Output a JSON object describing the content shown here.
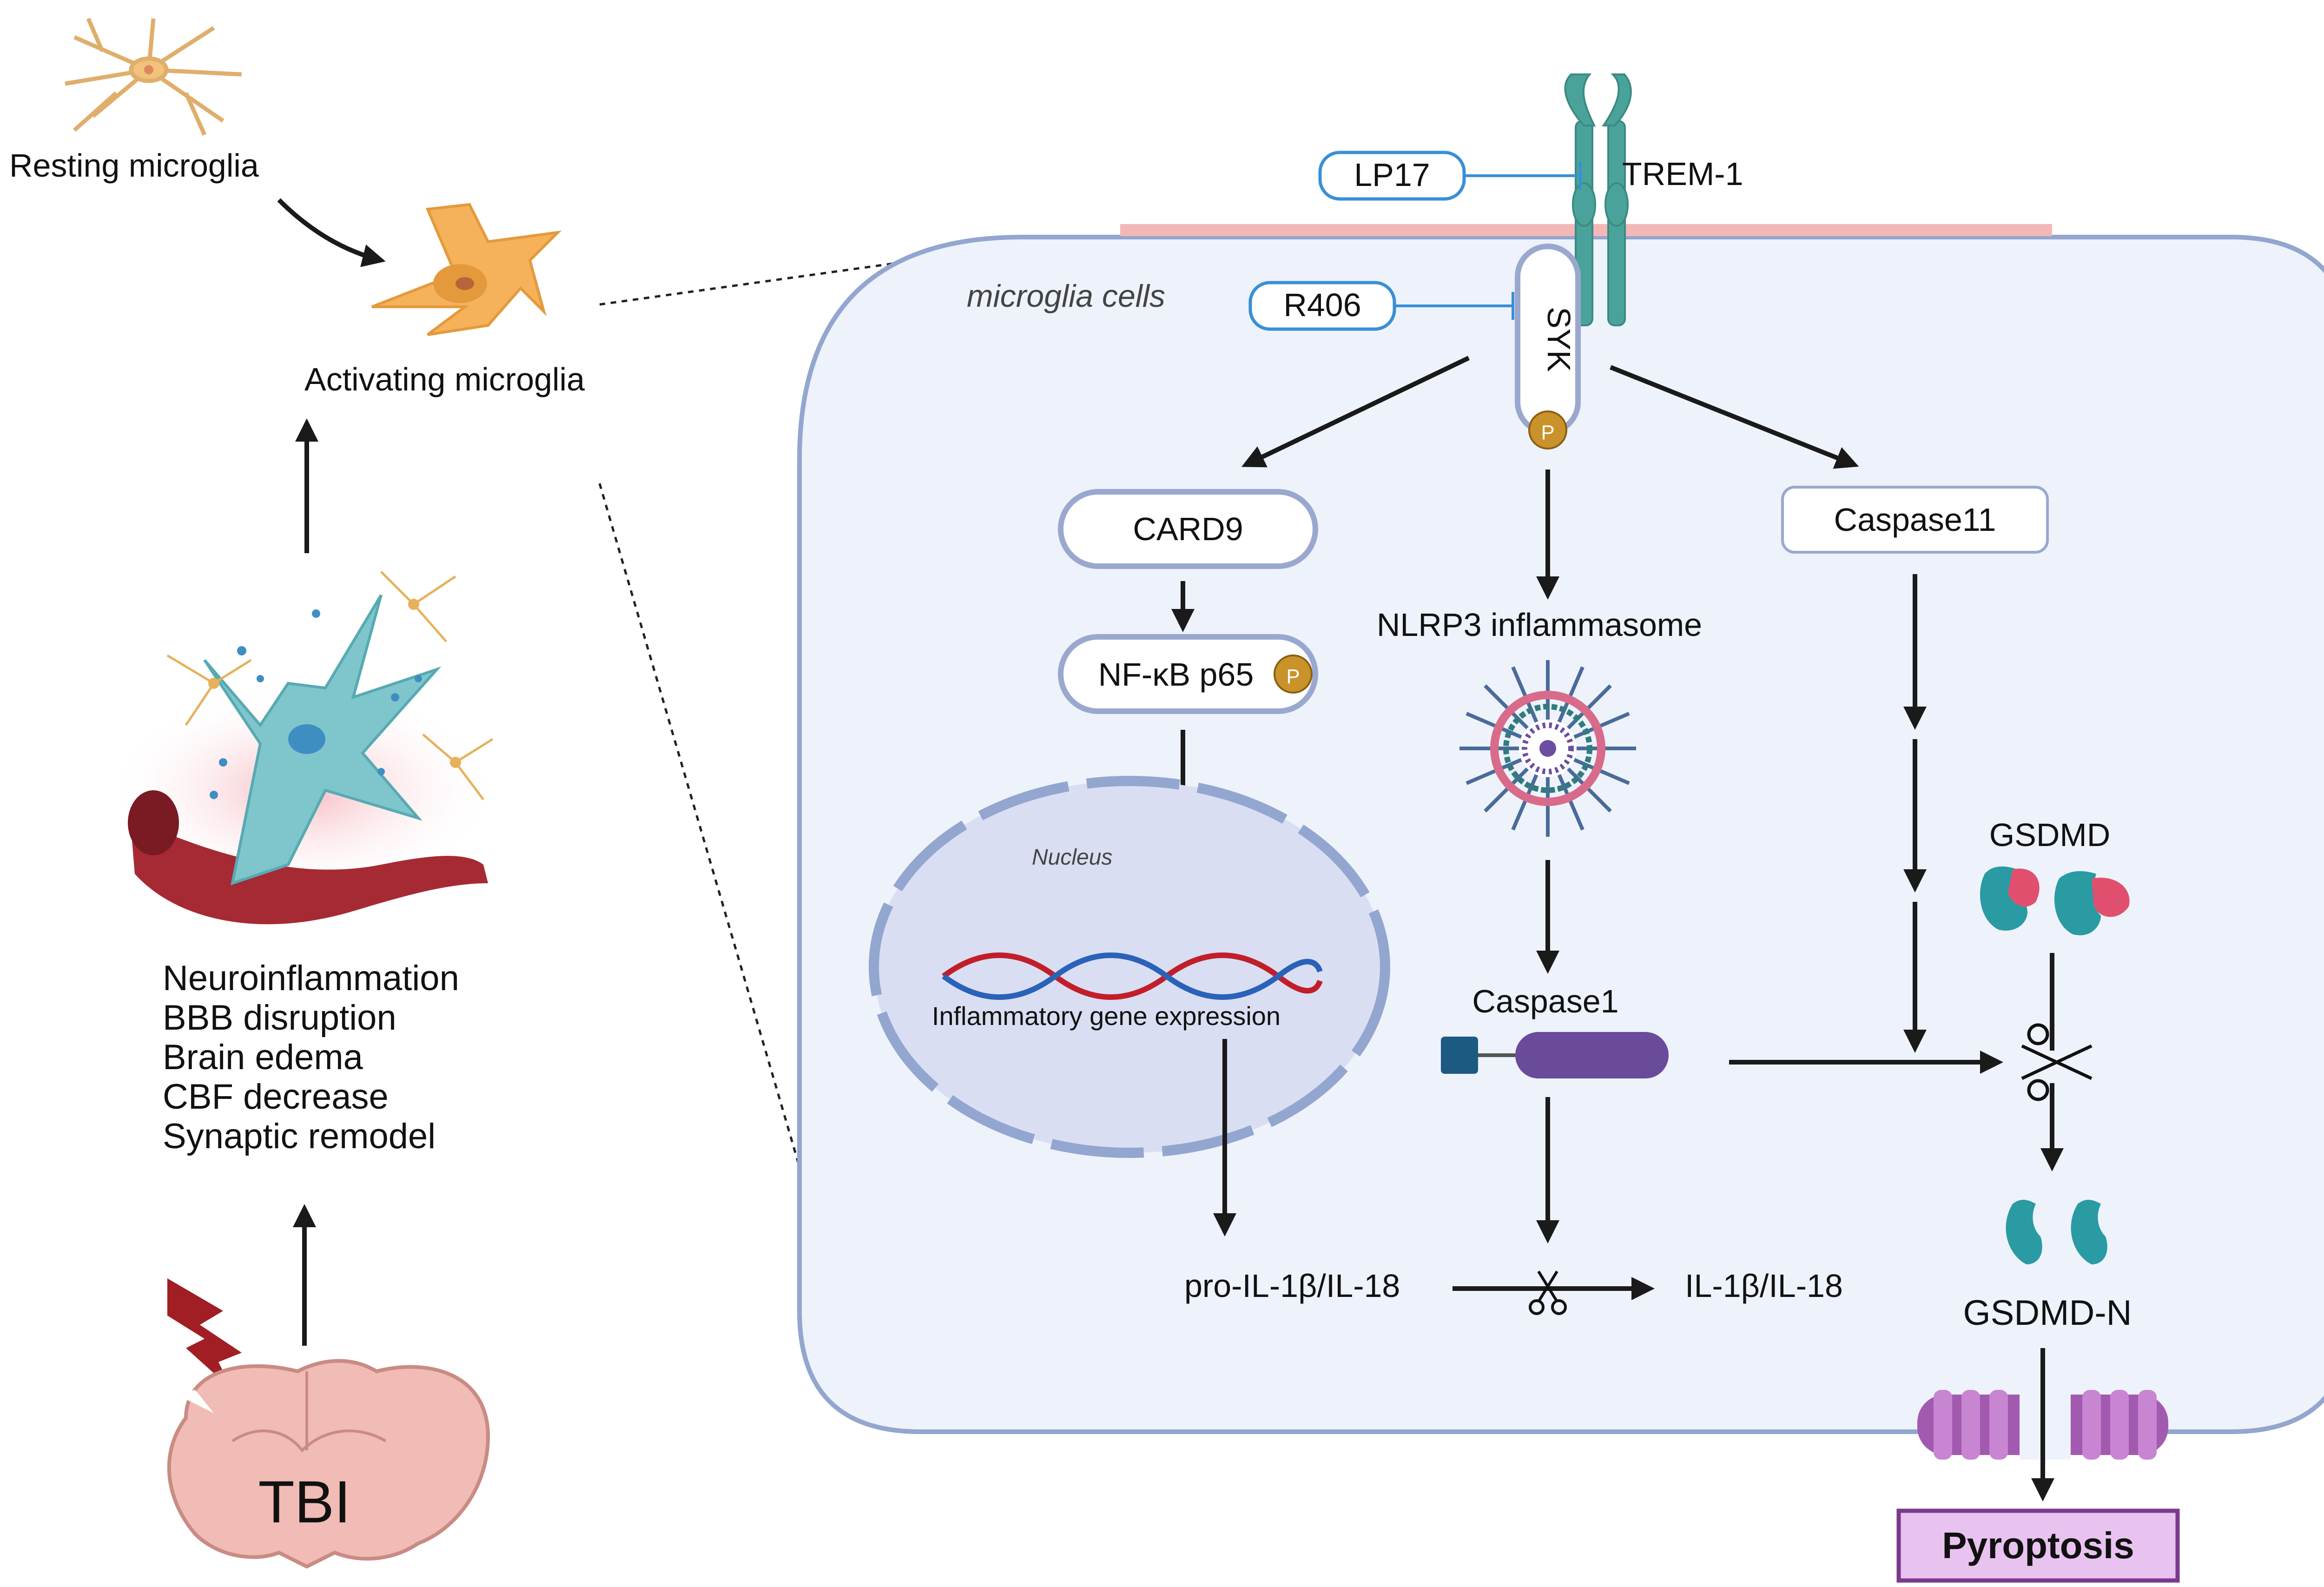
{
  "left_panel": {
    "resting_label": "Resting microglia",
    "activating_label": "Activating microglia",
    "effects": [
      "Neuroinflammation",
      "BBB disruption",
      "Brain edema",
      "CBF decrease",
      "Synaptic remodel"
    ],
    "tbi_label": "TBI"
  },
  "cell": {
    "title": "microglia cells",
    "receptor_label": "TREM-1",
    "inhibitor_1": "LP17",
    "inhibitor_2": "R406",
    "kinase_label": "SYK",
    "phospho_label": "P",
    "card9_label": "CARD9",
    "nfkb_label": "NF-κB p65",
    "nucleus_label": "Nucleus",
    "gene_expression_label": "Inflammatory gene expression",
    "nlrp3_label": "NLRP3 inflammasome",
    "caspase1_label": "Caspase1",
    "caspase11_label": "Caspase11",
    "gsdmd_label": "GSDMD",
    "gsdmd_n_label": "GSDMD-N",
    "pro_il_label": "pro-IL-1β/IL-18",
    "il_label": "IL-1β/IL-18",
    "outcome_label": "Pyroptosis"
  },
  "colors": {
    "cell_fill": "#edf2fb",
    "cell_border": "#92a6cf",
    "membrane": "#f3b7b7",
    "inhibitor_blue": "#3a8fd6",
    "receptor_teal": "#4aa39a",
    "phospho_gold": "#c9922a",
    "caspase_purple": "#6a4a9a",
    "outcome_fill": "#e8c3f0",
    "outcome_border": "#7a3a8c"
  }
}
